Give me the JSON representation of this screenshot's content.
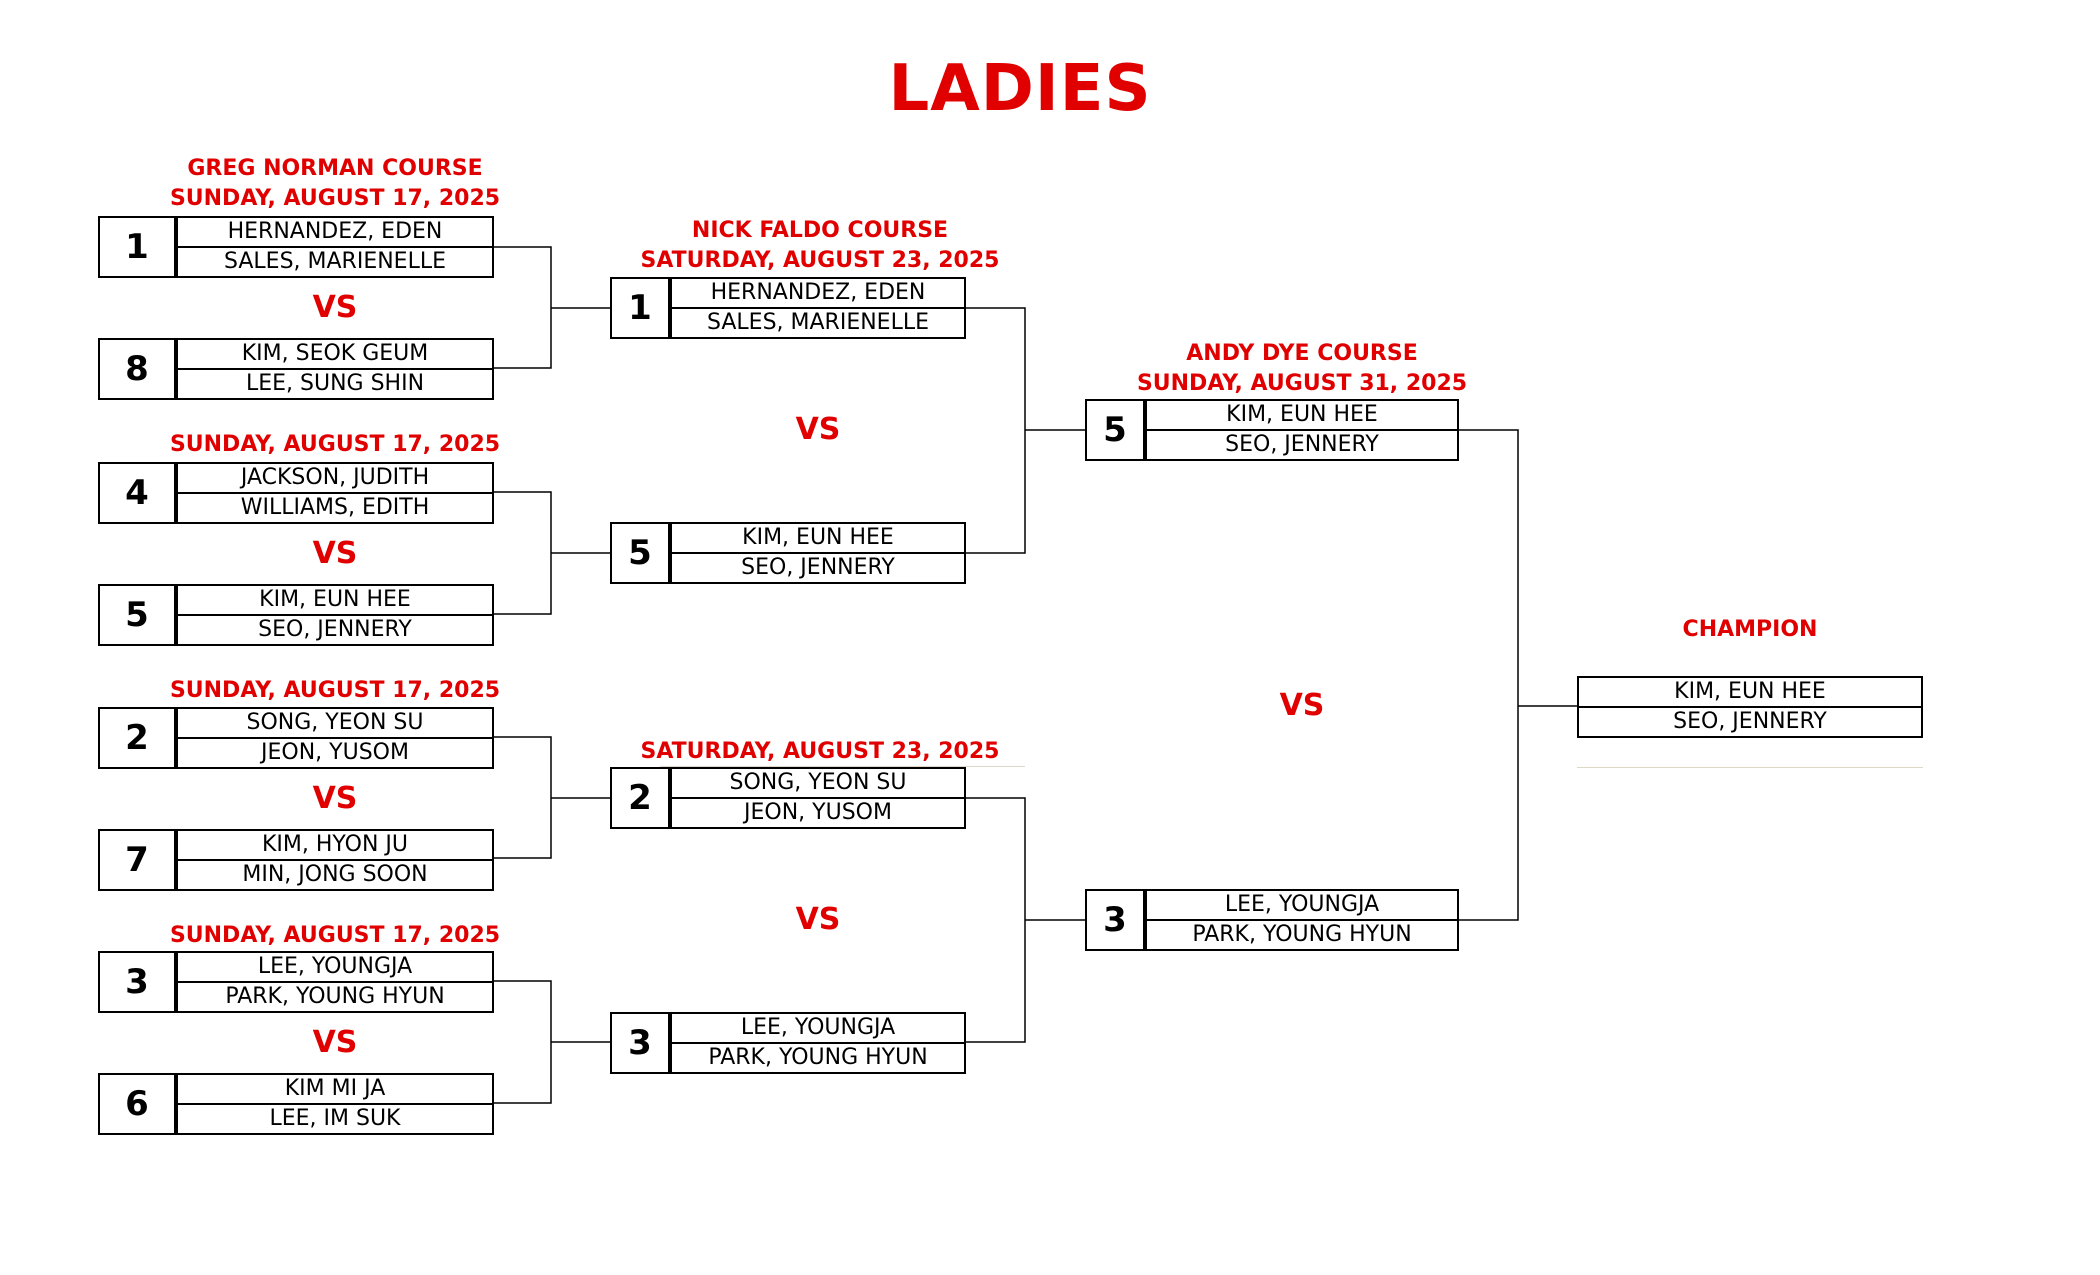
{
  "title": "LADIES",
  "accent_color": "#e00000",
  "vs_label": "VS",
  "round1": {
    "course": "GREG NORMAN COURSE",
    "dates": [
      "SUNDAY, AUGUST 17, 2025",
      "SUNDAY, AUGUST 17, 2025",
      "SUNDAY, AUGUST 17, 2025",
      "SUNDAY, AUGUST 17, 2025"
    ],
    "matches": [
      {
        "seed": "1",
        "players": [
          "HERNANDEZ, EDEN",
          "SALES, MARIENELLE"
        ]
      },
      {
        "seed": "8",
        "players": [
          "KIM, SEOK GEUM",
          "LEE, SUNG SHIN"
        ]
      },
      {
        "seed": "4",
        "players": [
          "JACKSON, JUDITH",
          "WILLIAMS, EDITH"
        ]
      },
      {
        "seed": "5",
        "players": [
          "KIM, EUN HEE",
          "SEO, JENNERY"
        ]
      },
      {
        "seed": "2",
        "players": [
          "SONG, YEON SU",
          "JEON, YUSOM"
        ]
      },
      {
        "seed": "7",
        "players": [
          "KIM, HYON JU",
          "MIN, JONG SOON"
        ]
      },
      {
        "seed": "3",
        "players": [
          "LEE, YOUNGJA",
          "PARK, YOUNG HYUN"
        ]
      },
      {
        "seed": "6",
        "players": [
          "KIM MI JA",
          "LEE, IM SUK"
        ]
      }
    ]
  },
  "round2": {
    "course": "NICK FALDO COURSE",
    "dates": [
      "SATURDAY, AUGUST 23, 2025",
      "SATURDAY, AUGUST 23, 2025"
    ],
    "matches": [
      {
        "seed": "1",
        "players": [
          "HERNANDEZ, EDEN",
          "SALES, MARIENELLE"
        ]
      },
      {
        "seed": "5",
        "players": [
          "KIM, EUN HEE",
          "SEO, JENNERY"
        ]
      },
      {
        "seed": "2",
        "players": [
          "SONG, YEON SU",
          "JEON, YUSOM"
        ]
      },
      {
        "seed": "3",
        "players": [
          "LEE, YOUNGJA",
          "PARK, YOUNG HYUN"
        ]
      }
    ]
  },
  "final": {
    "course": "ANDY DYE COURSE",
    "date": "SUNDAY, AUGUST 31, 2025",
    "matches": [
      {
        "seed": "5",
        "players": [
          "KIM, EUN HEE",
          "SEO, JENNERY"
        ]
      },
      {
        "seed": "3",
        "players": [
          "LEE, YOUNGJA",
          "PARK, YOUNG HYUN"
        ]
      }
    ]
  },
  "champion": {
    "label": "CHAMPION",
    "players": [
      "KIM, EUN HEE",
      "SEO, JENNERY"
    ]
  }
}
